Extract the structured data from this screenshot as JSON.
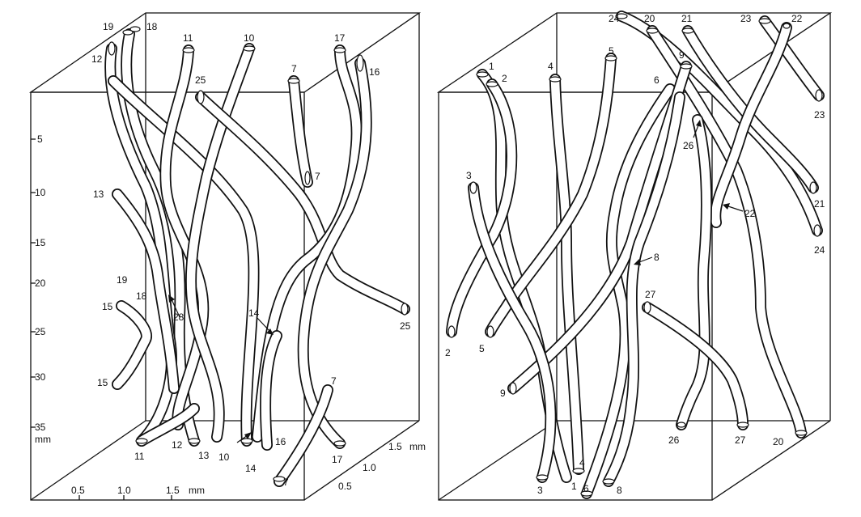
{
  "colors": {
    "ink": "#111111",
    "paper": "#ffffff"
  },
  "left": {
    "y_ticks": [
      "5",
      "10",
      "15",
      "20",
      "25",
      "30",
      "35"
    ],
    "y_unit": "mm",
    "x_ticks": [
      "0.5",
      "1.0",
      "1.5"
    ],
    "x_unit": "mm",
    "z_ticks": [
      "0.5",
      "1.0",
      "1.5"
    ],
    "z_unit": "mm",
    "labels": [
      "19",
      "18",
      "12",
      "11",
      "10",
      "17",
      "16",
      "7",
      "25",
      "7",
      "13",
      "19",
      "18",
      "28",
      "15",
      "15",
      "14",
      "25",
      "11",
      "12",
      "13",
      "10",
      "14",
      "16",
      "17",
      "7",
      "7"
    ]
  },
  "right": {
    "labels": [
      "24",
      "20",
      "21",
      "23",
      "22",
      "1",
      "2",
      "4",
      "5",
      "9",
      "6",
      "23",
      "26",
      "3",
      "22",
      "21",
      "24",
      "8",
      "27",
      "2",
      "5",
      "9",
      "26",
      "27",
      "20",
      "3",
      "1",
      "4",
      "6",
      "8"
    ]
  }
}
